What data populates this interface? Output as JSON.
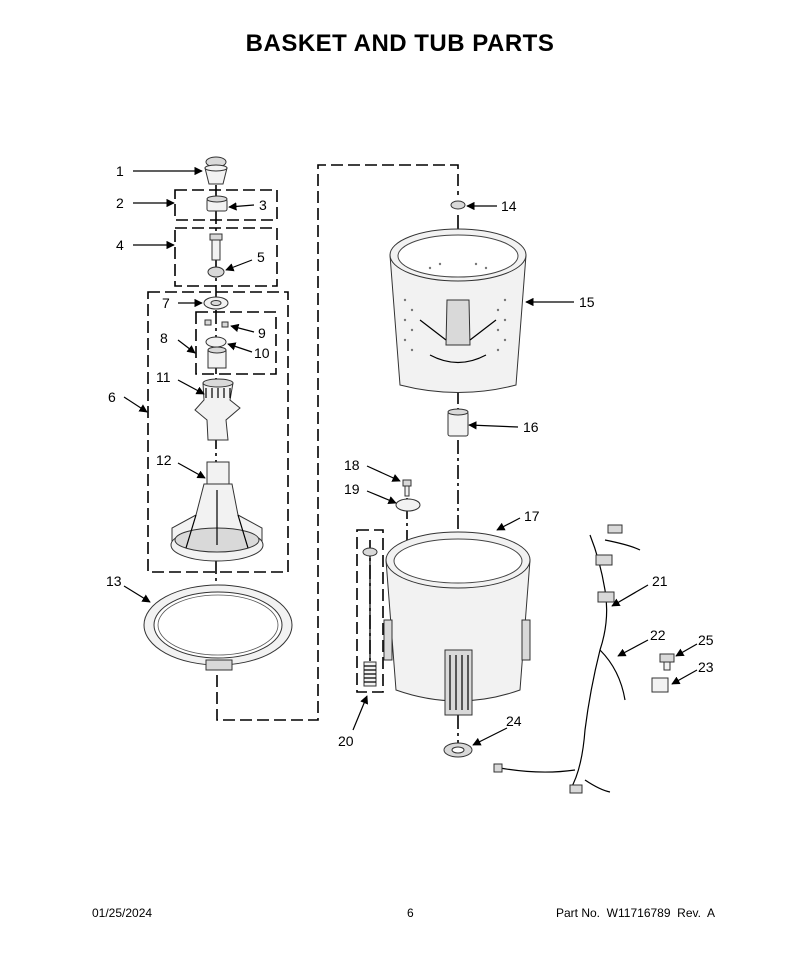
{
  "title": "BASKET AND TUB PARTS",
  "callouts": [
    "1",
    "2",
    "3",
    "4",
    "5",
    "6",
    "7",
    "8",
    "9",
    "10",
    "11",
    "12",
    "13",
    "14",
    "15",
    "16",
    "17",
    "18",
    "19",
    "20",
    "21",
    "22",
    "23",
    "24",
    "25"
  ],
  "footer": {
    "date": "01/25/2024",
    "page": "6",
    "part_number": "Part No.  W11716789  Rev.  A"
  }
}
